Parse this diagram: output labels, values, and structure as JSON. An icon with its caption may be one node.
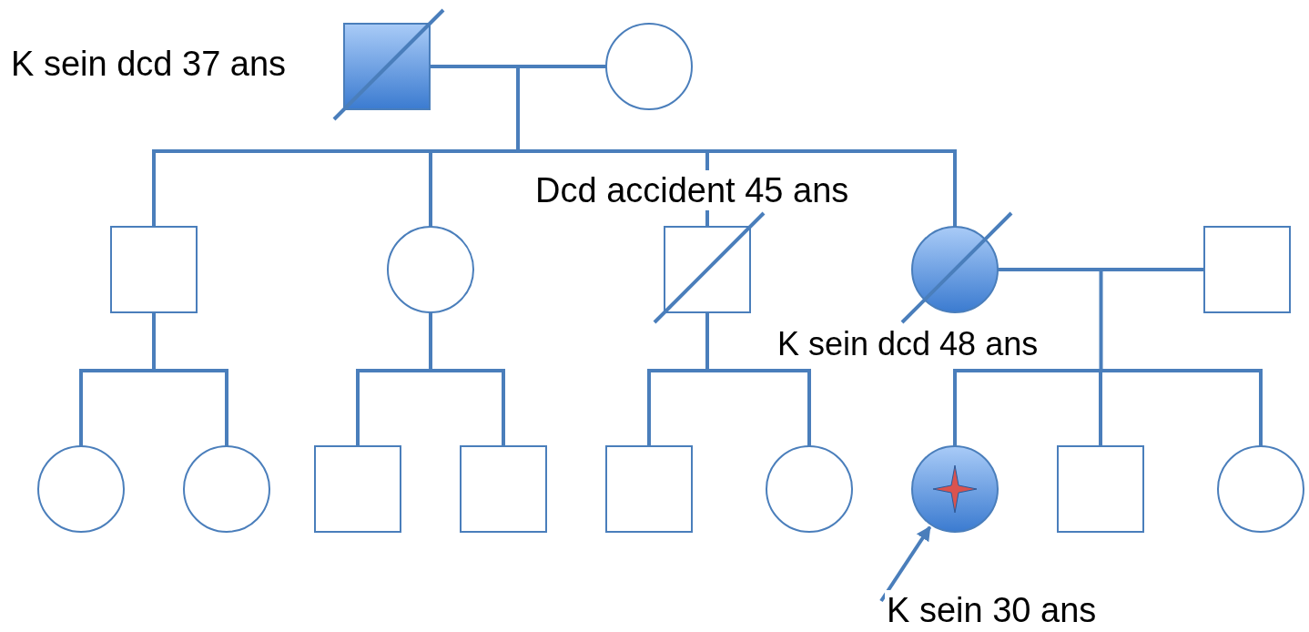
{
  "diagram": {
    "nodes": [
      {
        "text": [],
        "shape": "box",
        "beside": [
          "K sein dcd 37 ans"
        ]
      },
      {
        "text": [],
        "shape": "circle"
      },
      {
        "text": [],
        "shape": "box"
      },
      {
        "text": [],
        "shape": "circle"
      },
      {
        "text": [],
        "shape": "box",
        "beside": [
          "Dcd accident 45 ans"
        ]
      },
      {
        "text": [],
        "shape": "circle",
        "beside": [
          "K sein dcd 48 ans"
        ]
      },
      {
        "text": [],
        "shape": "box"
      },
      {
        "text": [],
        "shape": "circle"
      },
      {
        "text": [],
        "shape": "circle"
      },
      {
        "text": [],
        "shape": "box"
      },
      {
        "text": [],
        "shape": "box"
      },
      {
        "text": [],
        "shape": "box"
      },
      {
        "text": [],
        "shape": "circle"
      },
      {
        "text": [],
        "shape": "circle"
      },
      {
        "text": [],
        "shape": "box"
      },
      {
        "text": [],
        "shape": "circle"
      },
      {
        "text": [
          "K sein 30 ans"
        ]
      }
    ],
    "edges": [
      {
        "from": 0,
        "to": 1,
        "arrow": "none"
      },
      {
        "from": 0,
        "to": 2,
        "arrow": "none"
      },
      {
        "from": 0,
        "to": 3,
        "arrow": "none"
      },
      {
        "from": 0,
        "to": 4,
        "arrow": "none"
      },
      {
        "from": 0,
        "to": 5,
        "arrow": "none"
      },
      {
        "from": 1,
        "to": 2,
        "arrow": "none"
      },
      {
        "from": 1,
        "to": 3,
        "arrow": "none"
      },
      {
        "from": 1,
        "to": 4,
        "arrow": "none"
      },
      {
        "from": 1,
        "to": 5,
        "arrow": "none"
      },
      {
        "from": 5,
        "to": 6,
        "arrow": "none"
      },
      {
        "from": 2,
        "to": 7,
        "arrow": "none"
      },
      {
        "from": 2,
        "to": 8,
        "arrow": "none"
      },
      {
        "from": 3,
        "to": 9,
        "arrow": "none"
      },
      {
        "from": 3,
        "to": 10,
        "arrow": "none"
      },
      {
        "from": 4,
        "to": 11,
        "arrow": "none"
      },
      {
        "from": 4,
        "to": 12,
        "arrow": "none"
      },
      {
        "from": 5,
        "to": 13,
        "arrow": "none"
      },
      {
        "from": 5,
        "to": 14,
        "arrow": "none"
      },
      {
        "from": 5,
        "to": 15,
        "arrow": "none"
      },
      {
        "from": 6,
        "to": 13,
        "arrow": "none"
      },
      {
        "from": 6,
        "to": 14,
        "arrow": "none"
      },
      {
        "from": 6,
        "to": 15,
        "arrow": "none"
      },
      {
        "from": 16,
        "to": 13,
        "arrow": "to"
      }
    ]
  }
}
